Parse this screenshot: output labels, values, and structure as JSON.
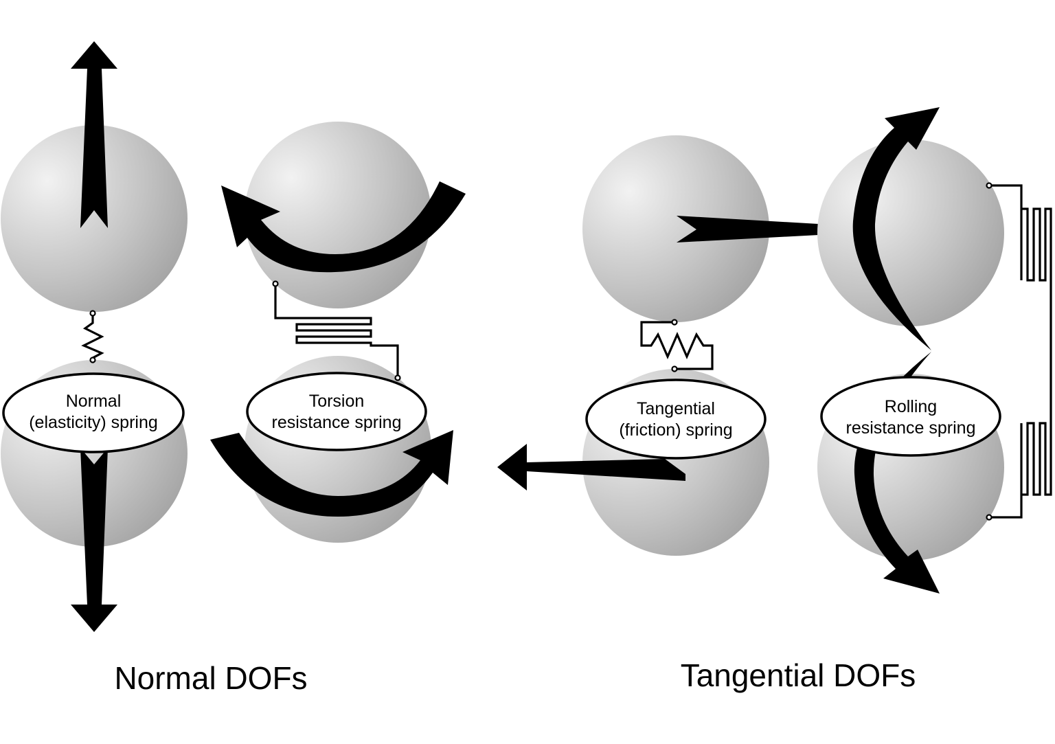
{
  "labels": {
    "normal_spring_line1": "Normal",
    "normal_spring_line2": "(elasticity) spring",
    "torsion_spring_line1": "Torsion",
    "torsion_spring_line2": "resistance spring",
    "tangential_spring_line1": "Tangential",
    "tangential_spring_line2": "(friction) spring",
    "rolling_spring_line1": "Rolling",
    "rolling_spring_line2": "resistance spring"
  },
  "group_titles": {
    "normal": "Normal DOFs",
    "tangential": "Tangential DOFs"
  },
  "colors": {
    "sphere_light": "#f2f2f2",
    "sphere_dark": "#a3a3a3",
    "ink": "#000000",
    "label_bg": "#ffffff"
  }
}
